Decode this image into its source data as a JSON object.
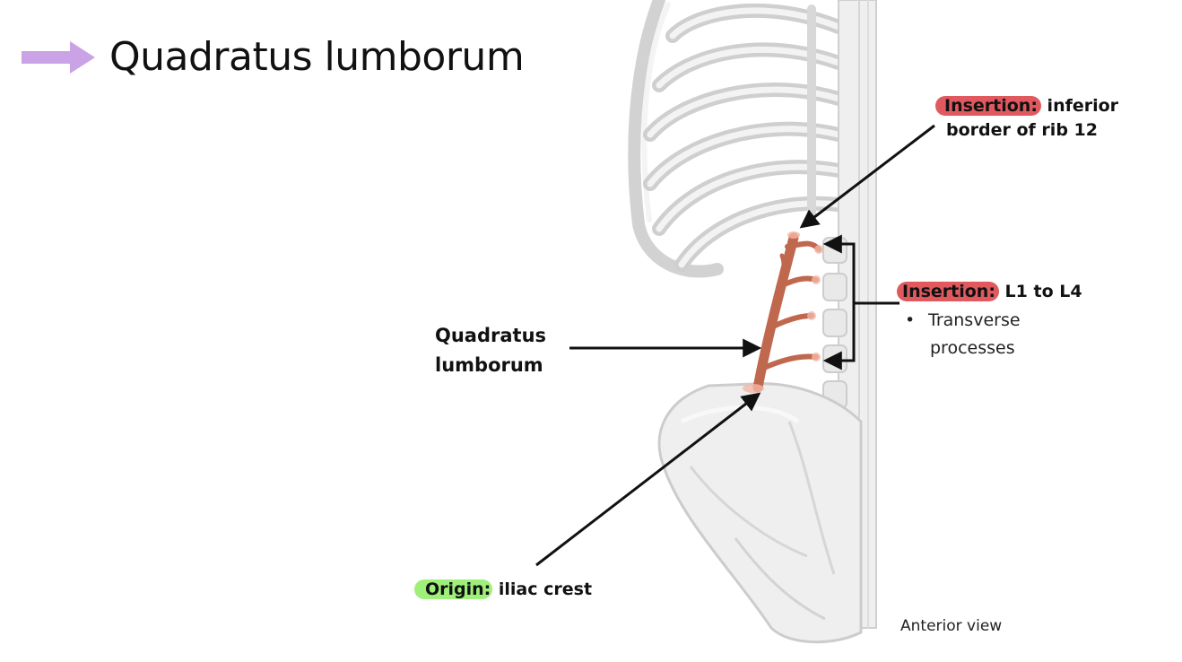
{
  "slide": {
    "title": "Quadratus lumborum",
    "accent_color": "#c9a3e6",
    "icons": [
      "arrow-right-icon"
    ]
  },
  "labels": {
    "insertion_rib": {
      "tag": "Insertion:",
      "text_line1": " inferior",
      "text_line2": "border of rib 12",
      "tag_color": "#e0595f"
    },
    "insertion_lumbar": {
      "tag": "Insertion:",
      "text": " L1 to L4",
      "bullet": "Transverse processes",
      "bullet_line1": "Transverse",
      "bullet_line2": "processes",
      "tag_color": "#e0595f"
    },
    "muscle": {
      "line1": "Quadratus",
      "line2": "lumborum"
    },
    "origin": {
      "tag": "Origin:",
      "text": " iliac crest",
      "tag_color": "#9ef07a"
    },
    "view": "Anterior view"
  },
  "colors": {
    "muscle": "#c0684e",
    "bone_fill": "#eeeeee",
    "bone_stroke": "#c9c9c9"
  }
}
